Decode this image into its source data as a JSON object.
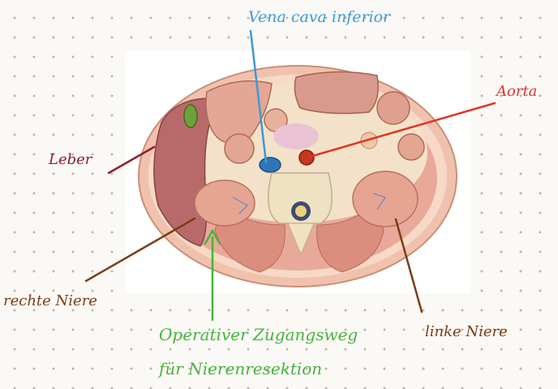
{
  "labels": {
    "vena_cava": "Vena cava inferior",
    "aorta": "Aorta",
    "leber": "Leber",
    "rechte_niere": "rechte Niere",
    "linke_niere": "linke Niere",
    "operativ_line1": "Operativer Zugangsweg",
    "operativ_line2": "für Nierenresektion"
  },
  "colors": {
    "vena_cava": "#3d9ad6",
    "aorta": "#e0352a",
    "leber": "#8b2230",
    "niere": "#7a3e14",
    "operativ": "#46b43a"
  }
}
